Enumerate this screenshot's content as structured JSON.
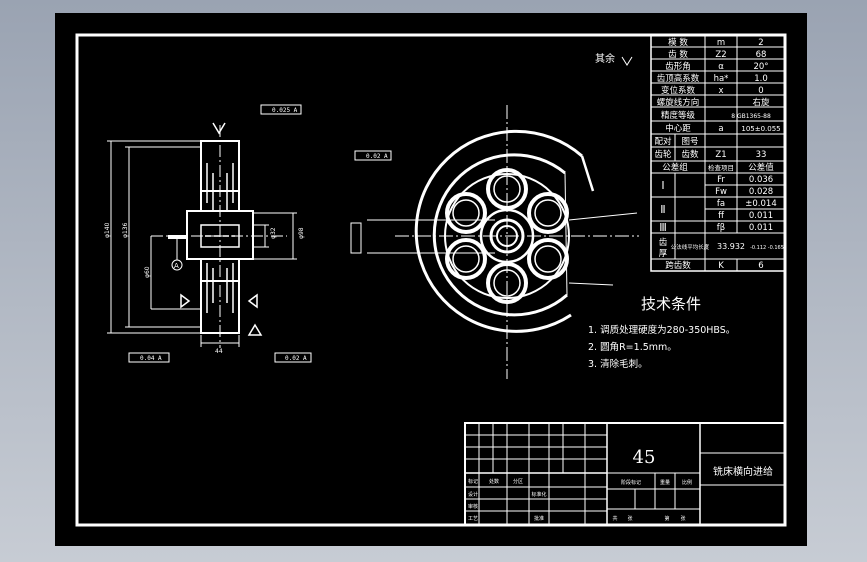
{
  "roughness_note": "其余",
  "gear_params": [
    {
      "name": "模 数",
      "sym": "m",
      "val": "2"
    },
    {
      "name": "齿 数",
      "sym": "Z2",
      "val": "68"
    },
    {
      "name": "齿形角",
      "sym": "α",
      "val": "20°"
    },
    {
      "name": "齿顶高系数",
      "sym": "ha*",
      "val": "1.0"
    },
    {
      "name": "变位系数",
      "sym": "x",
      "val": "0"
    },
    {
      "name": "螺旋线方向",
      "sym": "",
      "val": "右旋"
    },
    {
      "name": "精度等级",
      "sym": "",
      "val": "8 GB1365-88"
    },
    {
      "name": "中心距",
      "sym": "a",
      "val": "105±0.055"
    }
  ],
  "mating": {
    "label1": "配对",
    "label2": "图号",
    "label3": "齿轮",
    "label4": "齿数",
    "sym": "Z1",
    "val": "33"
  },
  "tolerance_head": {
    "group": "公差组",
    "item": "检查项目",
    "value": "公差值"
  },
  "tolerance_rows": [
    {
      "group": "Ⅰ",
      "sym": "Fr",
      "val": "0.036"
    },
    {
      "group": "",
      "sym": "Fw",
      "val": "0.028"
    },
    {
      "group": "Ⅱ",
      "sym": "fa",
      "val": "±0.014"
    },
    {
      "group": "",
      "sym": "ff",
      "val": "0.011"
    },
    {
      "group": "Ⅲ",
      "sym": "fβ",
      "val": "0.011"
    }
  ],
  "tooth_thickness": {
    "label1": "齿",
    "label2": "厚",
    "desc": "公法线平均长度",
    "val": "33.932",
    "tol": "-0.112 -0.165"
  },
  "span_teeth": {
    "name": "跨齿数",
    "sym": "K",
    "val": "6"
  },
  "tech_title": "技术条件",
  "tech_items": [
    "1. 调质处理硬度为280-350HBS。",
    "2. 圆角R=1.5mm。",
    "3. 清除毛刺。"
  ],
  "title_block": {
    "material": "45",
    "drawing_name": "铣床横向进给",
    "labels": [
      "标记",
      "处数",
      "分区",
      "设计",
      "标准化",
      "审核",
      "工艺",
      "批准",
      "阶段标记",
      "重量",
      "比例",
      "共",
      "张",
      "第",
      "张"
    ]
  },
  "dims": {
    "left_width": "44",
    "d1": "φ140",
    "d2": "φ136",
    "d3": "φ32",
    "d4": "φ60",
    "datum": "A",
    "right_d": "φ98"
  },
  "frame_labels": {
    "tol1": "0.025 A",
    "tol2": "0.04 A",
    "tol3": "0.02 A",
    "tol4": "0.02 A"
  }
}
